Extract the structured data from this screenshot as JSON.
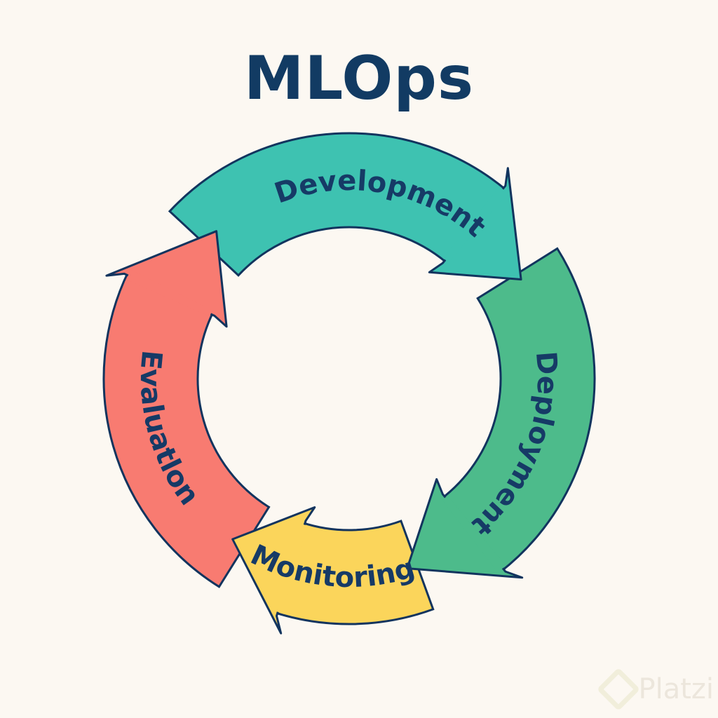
{
  "title": "MLOps",
  "stages": [
    {
      "label": "Development",
      "color": "#3ec2b1"
    },
    {
      "label": "Deployment",
      "color": "#4dbb8b"
    },
    {
      "label": "Monitoring",
      "color": "#fbd55b"
    },
    {
      "label": "Evaluatlon",
      "color": "#f87b71"
    }
  ],
  "outline_color": "#12345e",
  "watermark": "Platzi"
}
